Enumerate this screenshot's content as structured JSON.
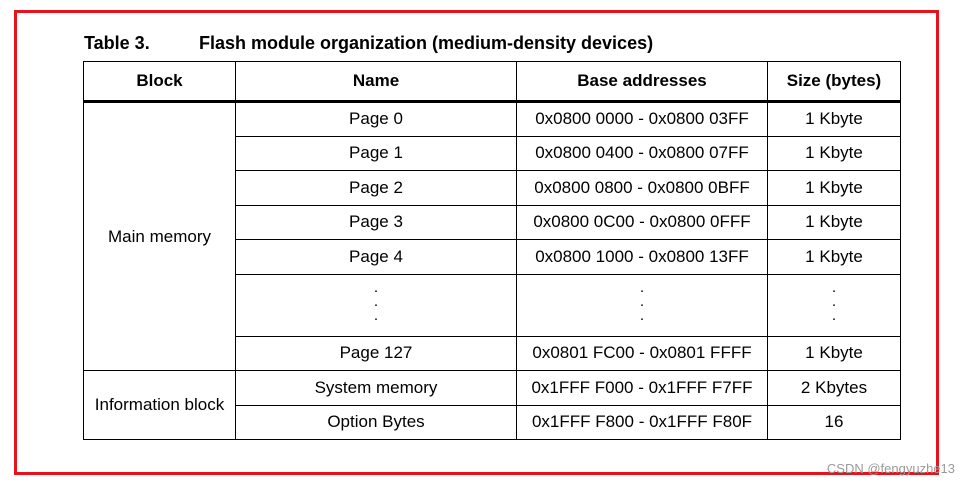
{
  "caption": {
    "number": "Table 3.",
    "title": "Flash module organization (medium-density devices)"
  },
  "table": {
    "headers": [
      "Block",
      "Name",
      "Base addresses",
      "Size (bytes)"
    ],
    "main_block": "Main memory",
    "main_rows": [
      {
        "name": "Page 0",
        "address": "0x0800 0000 - 0x0800 03FF",
        "size": "1 Kbyte"
      },
      {
        "name": "Page 1",
        "address": "0x0800 0400 - 0x0800 07FF",
        "size": "1 Kbyte"
      },
      {
        "name": "Page 2",
        "address": "0x0800 0800 - 0x0800 0BFF",
        "size": "1 Kbyte"
      },
      {
        "name": "Page 3",
        "address": "0x0800 0C00 - 0x0800 0FFF",
        "size": "1 Kbyte"
      },
      {
        "name": "Page 4",
        "address": "0x0800 1000 - 0x0800 13FF",
        "size": "1 Kbyte"
      }
    ],
    "ellipsis": "·\n·\n·",
    "last_main_row": {
      "name": "Page 127",
      "address": "0x0801 FC00 - 0x0801 FFFF",
      "size": "1 Kbyte"
    },
    "info_block": "Information block",
    "info_rows": [
      {
        "name": "System memory",
        "address": "0x1FFF F000 - 0x1FFF F7FF",
        "size": "2 Kbytes"
      },
      {
        "name": "Option Bytes",
        "address": "0x1FFF F800 - 0x1FFF F80F",
        "size": "16"
      }
    ]
  },
  "watermark": "CSDN @fengyuzhe13",
  "colors": {
    "frame": "#e8121b",
    "watermark": "#9a9a9a"
  }
}
